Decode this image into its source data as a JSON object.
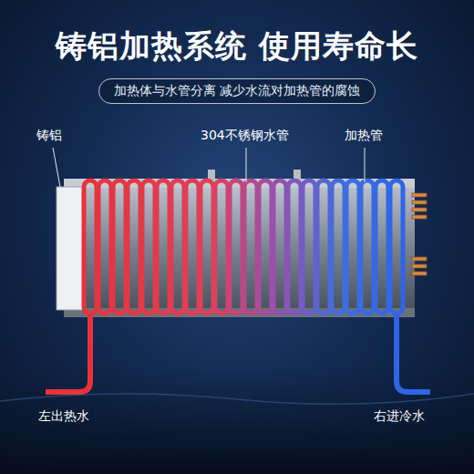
{
  "diagram": {
    "title": "铸铝加热系统 使用寿命长",
    "nodes": [
      {
        "text": [
          "加热体与水管分离 减少水流对加热管的腐蚀"
        ]
      }
    ],
    "labels": [
      "铸铝",
      "304不锈钢水管",
      "加热管",
      "左出热水",
      "右进冷水"
    ]
  }
}
